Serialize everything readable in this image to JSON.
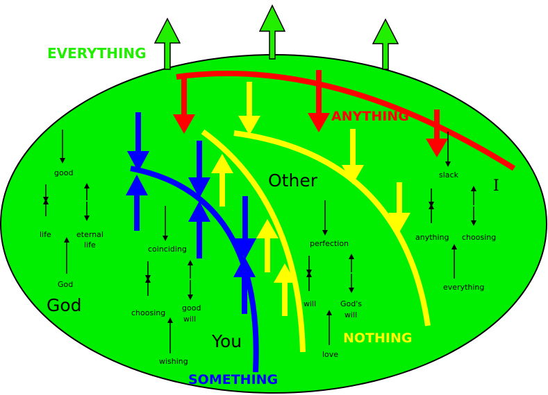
{
  "colors": {
    "field": "#00ee00",
    "everything": "#22ee00",
    "anything": "#ff0000",
    "nothing": "#ffff00",
    "something": "#0000ff",
    "small_arrow": "#000000"
  },
  "headings": {
    "everything": "EVERYTHING",
    "anything": "ANYTHING",
    "nothing": "NOTHING",
    "something": "SOMETHING"
  },
  "regions": {
    "god": "God",
    "other": "Other",
    "you": "You",
    "i": "I"
  },
  "terms": {
    "good": "good",
    "life": "life",
    "eternal_1": "eternal",
    "eternal_2": "life",
    "god_small": "God",
    "coinciding": "coinciding",
    "choosing_left": "choosing",
    "good_will_1": "good",
    "good_will_2": "will",
    "wishing": "wishing",
    "perfection": "perfection",
    "will": "will",
    "gods_will_1": "God's",
    "gods_will_2": "will",
    "love": "love",
    "slack": "slack",
    "anything_small": "anything",
    "choosing_right": "choosing",
    "everything_small": "everything"
  }
}
